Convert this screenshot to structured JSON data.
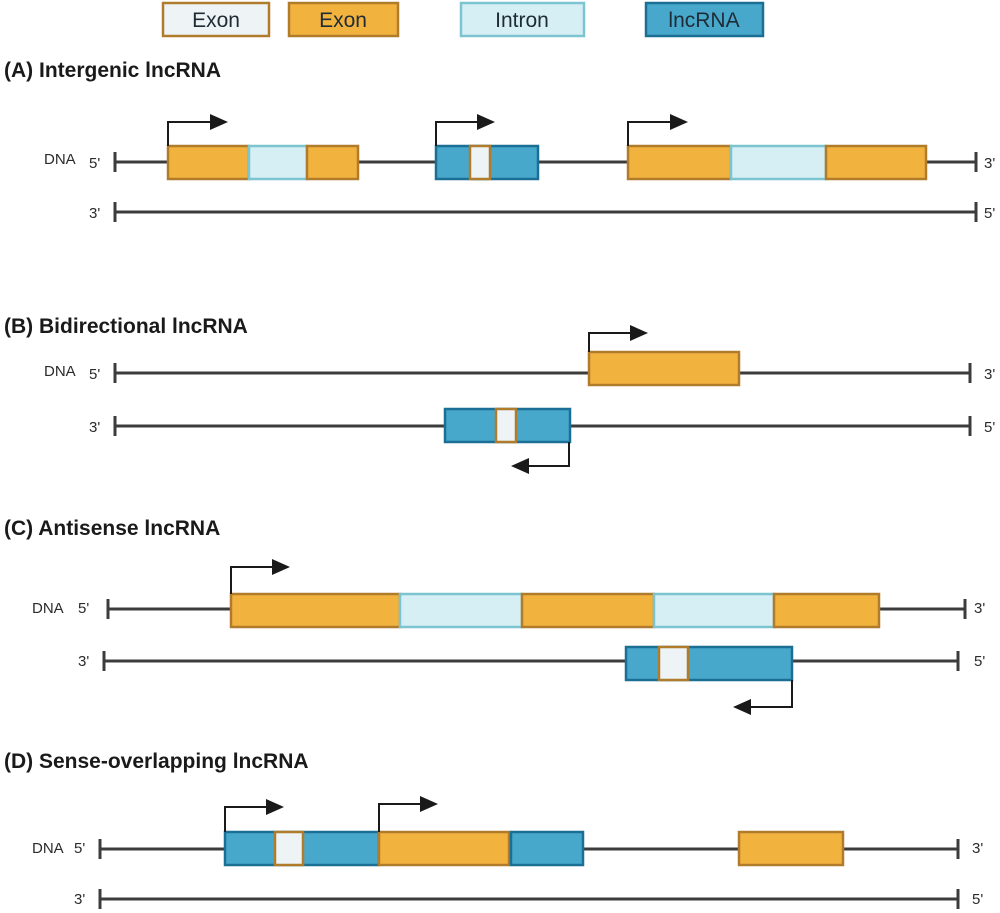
{
  "colors": {
    "exon_light_fill": "#eef4f6",
    "exon_light_stroke": "#b07c2c",
    "exon_fill": "#f2b33e",
    "exon_stroke": "#b07c2c",
    "intron_fill": "#d6eff4",
    "intron_stroke": "#7cc4cf",
    "lncrna_fill": "#47a8cb",
    "lncrna_stroke": "#1b6f95",
    "line": "#3c3c3c",
    "arrow": "#1a1a1a"
  },
  "legend": [
    {
      "label": "Exon",
      "style": "exon_light"
    },
    {
      "label": "Exon",
      "style": "exon"
    },
    {
      "label": "Intron",
      "style": "intron"
    },
    {
      "label": "lncRNA",
      "style": "lncrna"
    }
  ],
  "panels": [
    {
      "title": "(A) Intergenic lncRNA",
      "top_strand": {
        "left_label": "DNA",
        "end5": "5'",
        "end3": "3'"
      },
      "bottom_strand": {
        "end3": "3'",
        "end5": "5'"
      }
    },
    {
      "title": "(B) Bidirectional lncRNA",
      "top_strand": {
        "left_label": "DNA",
        "end5": "5'",
        "end3": "3'"
      },
      "bottom_strand": {
        "end3": "3'",
        "end5": "5'"
      }
    },
    {
      "title": "(C) Antisense lncRNA",
      "top_strand": {
        "left_label": "DNA",
        "end5": "5'",
        "end3": "3'"
      },
      "bottom_strand": {
        "end3": "3'",
        "end5": "5'"
      }
    },
    {
      "title": "(D) Sense-overlapping lncRNA",
      "top_strand": {
        "left_label": "DNA",
        "end5": "5'",
        "end3": "3'"
      },
      "bottom_strand": {
        "end3": "3'",
        "end5": "5'"
      }
    }
  ]
}
